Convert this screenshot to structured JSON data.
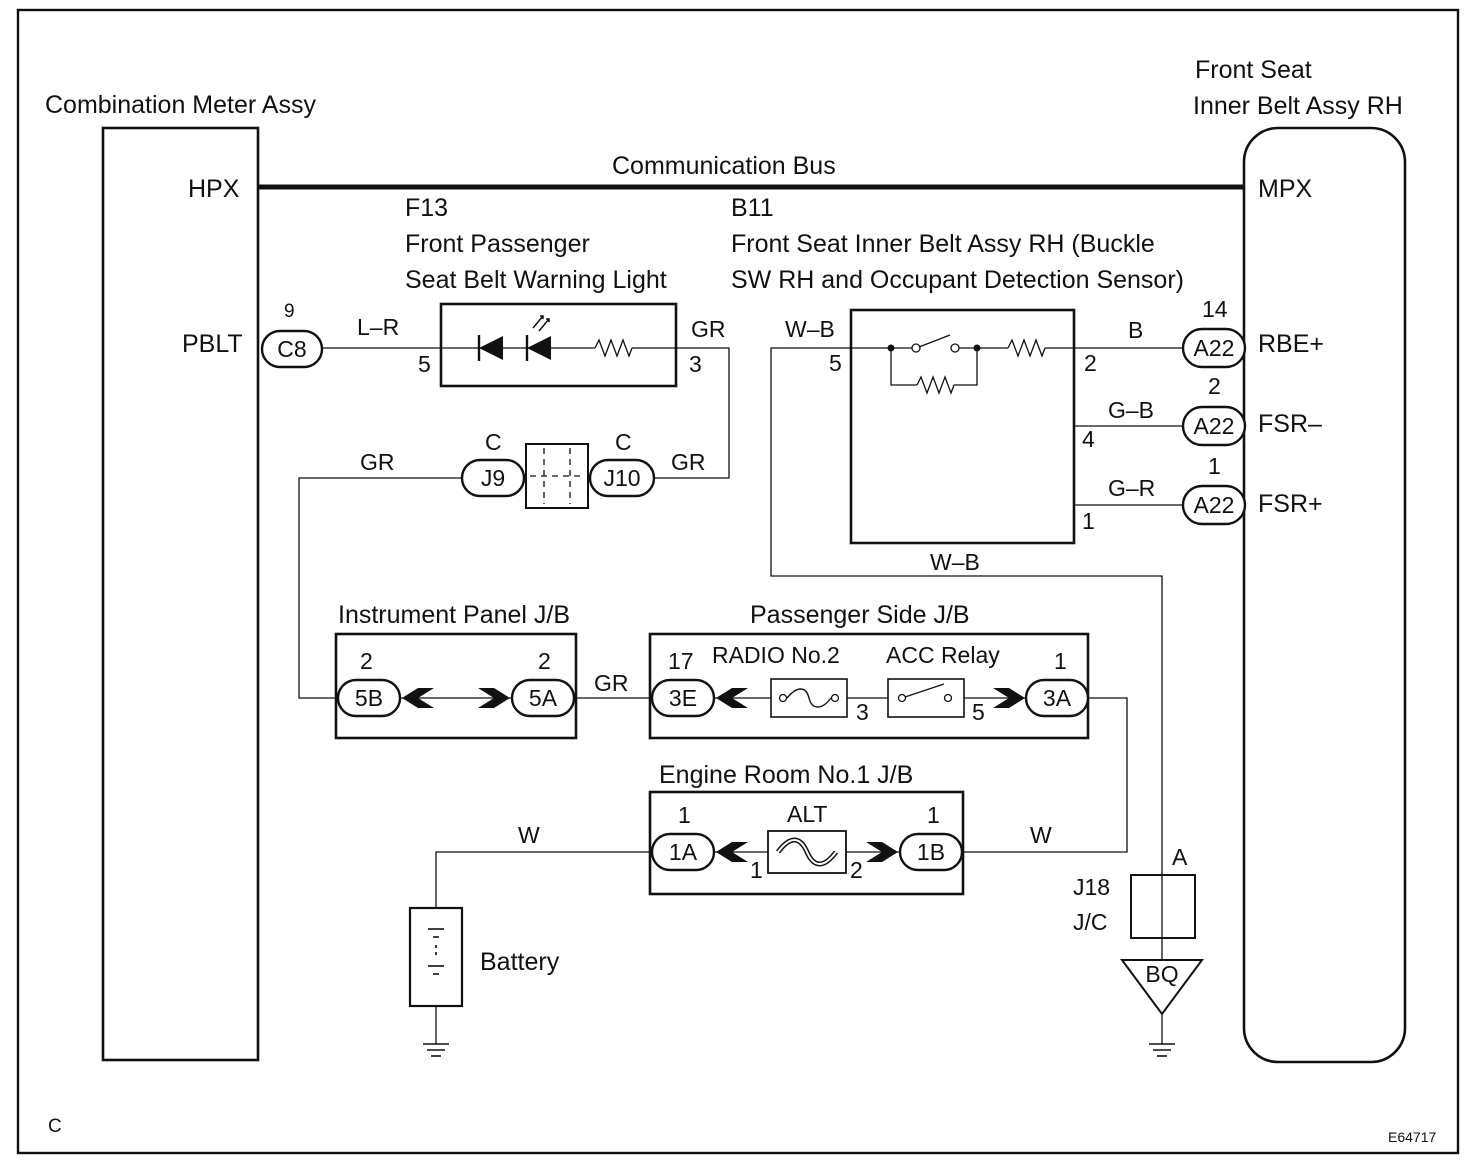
{
  "frame": {
    "corner_label": "C",
    "figure_id": "E64717"
  },
  "combination_meter": {
    "title": "Combination Meter Assy",
    "terminal_hpx": "HPX",
    "terminal_pblt": "PBLT",
    "connector": "C8",
    "pin": "9"
  },
  "front_seat_belt_rh_ecu": {
    "title_line1": "Front Seat",
    "title_line2": "Inner Belt Assy RH",
    "terminal_mpx": "MPX",
    "terminals": [
      {
        "pin": "14",
        "connector": "A22",
        "name": "RBE+"
      },
      {
        "pin": "2",
        "connector": "A22",
        "name": "FSR–"
      },
      {
        "pin": "1",
        "connector": "A22",
        "name": "FSR+"
      }
    ]
  },
  "communication_bus": {
    "label": "Communication Bus"
  },
  "warning_light": {
    "code": "F13",
    "name_line1": "Front Passenger",
    "name_line2": "Seat Belt Warning Light",
    "pin_in": "5",
    "pin_out": "3"
  },
  "buckle_switch": {
    "code": "B11",
    "name_line1": "Front Seat Inner Belt Assy RH (Buckle",
    "name_line2": "SW RH and Occupant Detection Sensor)",
    "pins": {
      "p5": "5",
      "p2": "2",
      "p4": "4",
      "p1": "1"
    }
  },
  "wire_colors": {
    "l_r": "L–R",
    "gr": "GR",
    "w_b": "W–B",
    "b": "B",
    "g_b": "G–B",
    "g_r": "G–R",
    "w": "W"
  },
  "junction_connectors": {
    "j9": "J9",
    "j10": "J10",
    "pin_c": "C",
    "j18_line1": "J18",
    "j18_line2": "J/C",
    "j18_pin": "A"
  },
  "instrument_panel_jb": {
    "title": "Instrument Panel J/B",
    "left": {
      "pin": "2",
      "connector": "5B"
    },
    "right": {
      "pin": "2",
      "connector": "5A"
    }
  },
  "passenger_side_jb": {
    "title": "Passenger Side J/B",
    "left": {
      "pin": "17",
      "connector": "3E"
    },
    "right": {
      "pin": "1",
      "connector": "3A"
    },
    "fuse_label": "RADIO No.2",
    "relay_label": "ACC Relay",
    "pin_3": "3",
    "pin_5": "5"
  },
  "engine_room_jb": {
    "title": "Engine Room No.1 J/B",
    "left": {
      "pin": "1",
      "connector": "1A"
    },
    "right": {
      "pin": "1",
      "connector": "1B"
    },
    "fuse_label": "ALT",
    "pin_1": "1",
    "pin_2": "2"
  },
  "battery": {
    "label": "Battery"
  },
  "ground": {
    "label": "BQ"
  }
}
